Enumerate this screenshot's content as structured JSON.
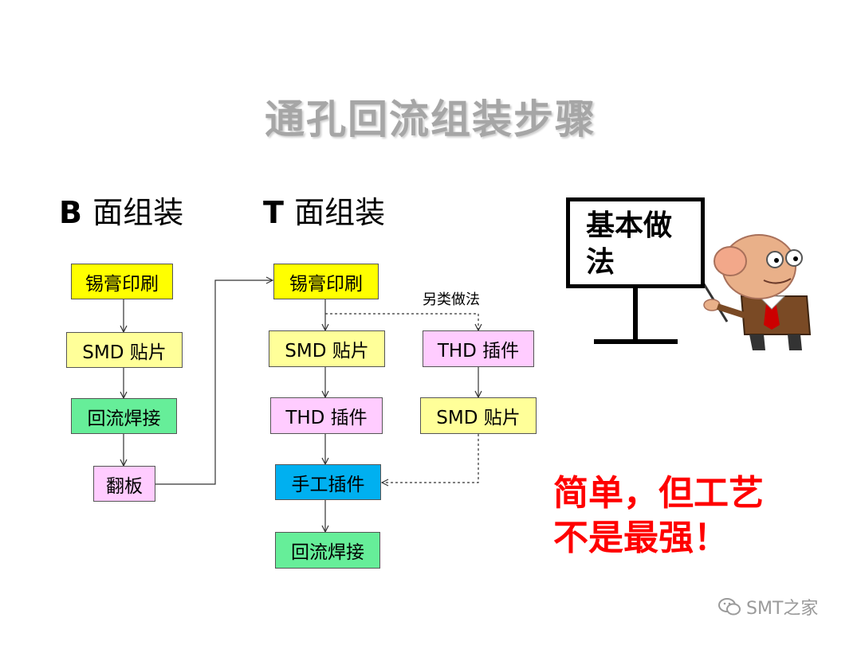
{
  "title": "通孔回流组装步骤",
  "bottom_side": {
    "heading_letter": "B",
    "heading_text": "面组装",
    "steps": [
      "锡膏印刷",
      "SMD 贴片",
      "回流焊接",
      "翻板"
    ]
  },
  "top_side": {
    "heading_letter": "T",
    "heading_text": "面组装",
    "steps": [
      "锡膏印刷",
      "SMD 贴片",
      "THD 插件",
      "手工插件",
      "回流焊接"
    ]
  },
  "alternative": {
    "label": "另类做法",
    "steps": [
      "THD 插件",
      "SMD 贴片"
    ]
  },
  "board_text": "基本做法",
  "note_line1": "简单，但工艺",
  "note_line2": "不是最强！",
  "watermark": "SMT之家",
  "colors": {
    "yellow": "#ffff00",
    "light_yellow": "#ffff99",
    "green": "#66ee99",
    "pink": "#ffccff",
    "blue": "#00b0f0",
    "red_note": "#ff0000"
  }
}
